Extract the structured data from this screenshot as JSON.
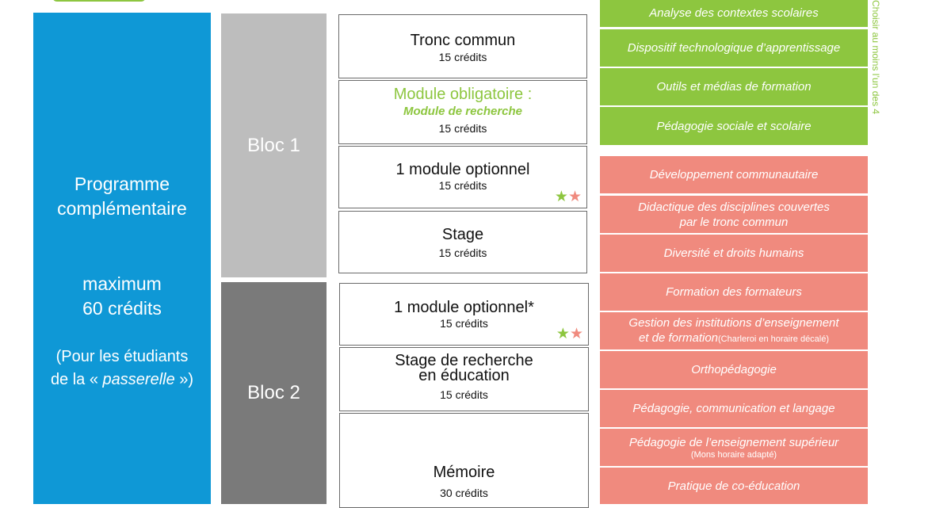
{
  "programme": {
    "title_line1": "Programme",
    "title_line2": "complémentaire",
    "max_line1": "maximum",
    "max_line2": "60 crédits",
    "note_line1": "(Pour les étudiants",
    "note_line2_pre": "de la « ",
    "note_line2_em": "passerelle",
    "note_line2_post": " »)"
  },
  "blocs": [
    {
      "label": "Bloc 1"
    },
    {
      "label": "Bloc 2"
    }
  ],
  "modules": {
    "tronc": {
      "title": "Tronc commun",
      "credits": "15 crédits"
    },
    "obligatoire": {
      "title": "Module obligatoire :",
      "subtitle": "Module de recherche",
      "credits": "15 crédits"
    },
    "optionnel1": {
      "title": "1 module optionnel",
      "credits": "15 crédits"
    },
    "stage": {
      "title": "Stage",
      "credits": "15 crédits"
    },
    "optionnel2": {
      "title": "1 module optionnel*",
      "credits": "15 crédits"
    },
    "stage_recherche": {
      "title_line1": "Stage de recherche",
      "title_line2": "en éducation",
      "credits": "15 crédits"
    },
    "memoire": {
      "title": "Mémoire",
      "credits": "30 crédits"
    }
  },
  "stars": {
    "glyph": "★★",
    "color_green": "#8dc63f",
    "color_red": "#f08a7e"
  },
  "green_options": [
    {
      "label": "Analyse des contextes scolaires"
    },
    {
      "label": "Dispositif technologique d’apprentissage"
    },
    {
      "label": "Outils et médias de formation"
    },
    {
      "label": "Pédagogie sociale et scolaire"
    }
  ],
  "green_note": "Choisir au moins l’un des 4",
  "red_options": [
    {
      "label": "Développement communautaire"
    },
    {
      "label_line1": "Didactique des disciplines couvertes",
      "label_line2": "par le tronc commun"
    },
    {
      "label": "Diversité et droits humains"
    },
    {
      "label": "Formation des formateurs"
    },
    {
      "label_line1": "Gestion des institutions d’enseignement",
      "label_line2": "et de formation",
      "small": "(Charleroi en horaire décalé)"
    },
    {
      "label": "Orthopédagogie"
    },
    {
      "label": "Pédagogie, communication et langage"
    },
    {
      "label": "Pédagogie de l’enseignement supérieur",
      "small": "(Mons horaire adapté)"
    },
    {
      "label": "Pratique de co-éducation"
    }
  ],
  "colors": {
    "blue": "#0f98d6",
    "bloc1_grey": "#bdbdbd",
    "bloc2_grey": "#7a7a7a",
    "green": "#8dc63f",
    "salmon": "#f08a7e"
  }
}
